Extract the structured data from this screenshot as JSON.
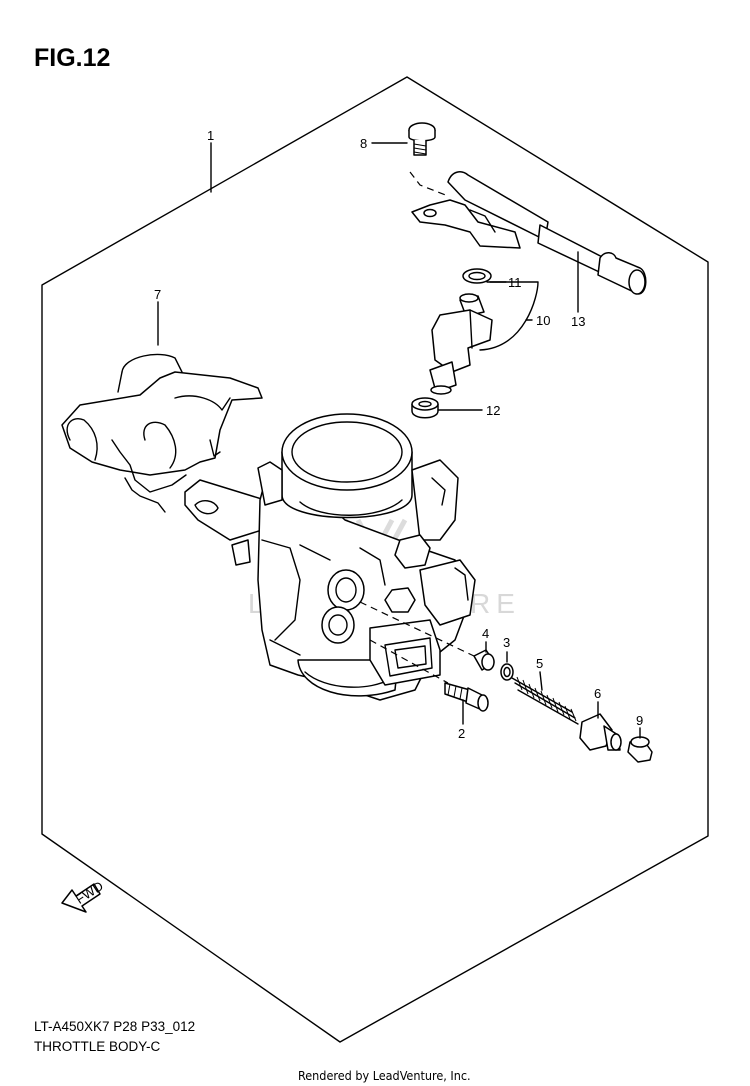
{
  "figure": {
    "title": "FIG.12",
    "footer_code": "LT-A450XK7 P28 P33_012",
    "footer_name": "THROTTLE BODY-C",
    "rendered_by": "Rendered by LeadVenture, Inc.",
    "watermark": "LEADVENTURE",
    "fwd_label": "FWD"
  },
  "callouts": [
    "1",
    "2",
    "3",
    "4",
    "5",
    "6",
    "7",
    "8",
    "9",
    "10",
    "11",
    "12",
    "13"
  ],
  "colors": {
    "line": "#000000",
    "background": "#ffffff",
    "watermark": "#d8d8d8"
  }
}
